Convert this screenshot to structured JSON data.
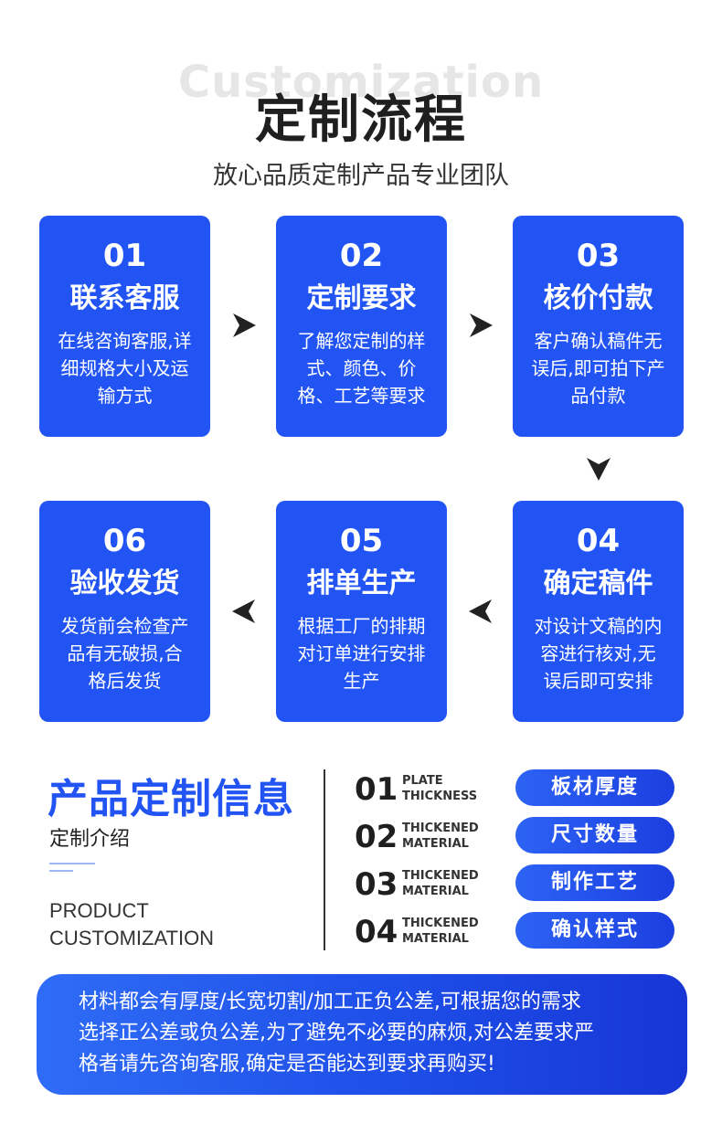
{
  "header": {
    "watermark": "Customization",
    "title": "定制流程",
    "subtitle": "放心品质定制产品专业团队"
  },
  "steps": [
    {
      "num": "01",
      "name": "联系客服",
      "desc": [
        "在线咨询客服,详",
        "细规格大小及运",
        "输方式"
      ]
    },
    {
      "num": "02",
      "name": "定制要求",
      "desc": [
        "了解您定制的样",
        "式、颜色、价",
        "格、工艺等要求"
      ]
    },
    {
      "num": "03",
      "name": "核价付款",
      "desc": [
        "客户确认稿件无",
        "误后,即可拍下产",
        "品付款"
      ]
    },
    {
      "num": "04",
      "name": "确定稿件",
      "desc": [
        "对设计文稿的内",
        "容进行核对,无",
        "误后即可安排"
      ]
    },
    {
      "num": "05",
      "name": "排单生产",
      "desc": [
        "根据工厂的排期",
        "对订单进行安排",
        "生产"
      ]
    },
    {
      "num": "06",
      "name": "验收发货",
      "desc": [
        "发货前会检查产",
        "品有无破损,合",
        "格后发货"
      ]
    }
  ],
  "info": {
    "title": "产品定制信息",
    "subtitle": "定制介绍",
    "en_line1": "PRODUCT",
    "en_line2": "CUSTOMIZATION",
    "specs": [
      {
        "num": "01",
        "en1": "PLATE",
        "en2": "THICKNESS",
        "label": "板材厚度"
      },
      {
        "num": "02",
        "en1": "THICKENED",
        "en2": "MATERIAL",
        "label": "尺寸数量"
      },
      {
        "num": "03",
        "en1": "THICKENED",
        "en2": "MATERIAL",
        "label": "制作工艺"
      },
      {
        "num": "04",
        "en1": "THICKENED",
        "en2": "MATERIAL",
        "label": "确认样式"
      }
    ]
  },
  "notice": {
    "lines": [
      "材料都会有厚度/长宽切割/加工正负公差,可根据您的需求",
      "选择正公差或负公差,为了避免不必要的麻烦,对公差要求严",
      "格者请先咨询客服,确定是否能达到要求再购买!"
    ]
  },
  "colors": {
    "accent": "#2154f3",
    "arrow": "#222222"
  },
  "icons": {
    "arrow_right": "arrow-right-icon",
    "arrow_down": "arrow-down-icon",
    "arrow_left": "arrow-left-icon"
  }
}
